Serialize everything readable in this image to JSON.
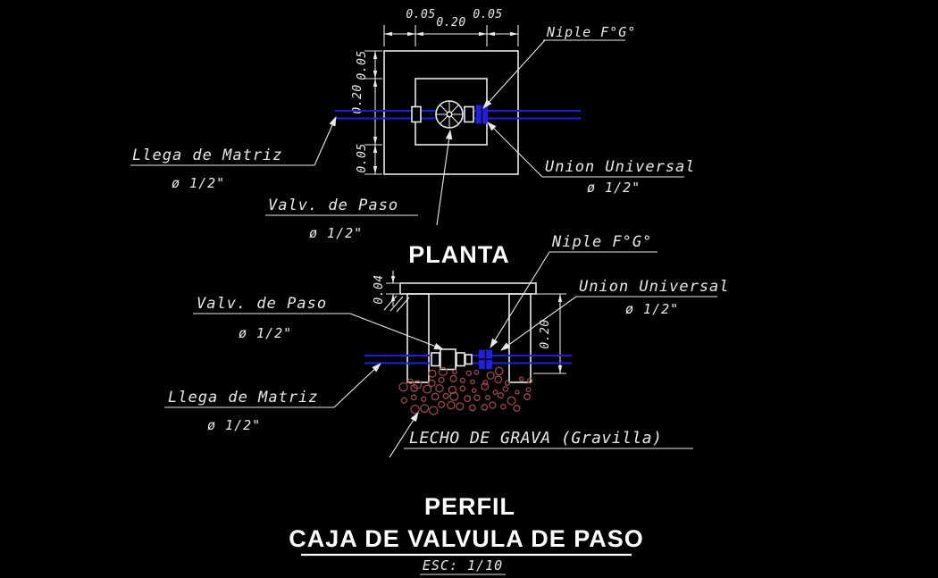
{
  "colors": {
    "bg": "#000000",
    "line": "#e9e9e9",
    "pipe": "#2020dd",
    "gravel": "#9a4a4a"
  },
  "plan": {
    "title": "PLANTA",
    "dim_top_left": "0.05",
    "dim_top_mid": "0.20",
    "dim_top_right": "0.05",
    "dim_left_top": "0.05",
    "dim_left_mid": "0.20",
    "dim_left_bottom": "0.05",
    "label_niple": "Niple F°G°",
    "label_llega": "Llega de Matriz",
    "label_llega_dia": "ø 1/2\"",
    "label_valv": "Valv. de Paso",
    "label_valv_dia": "ø 1/2\"",
    "label_union": "Union Universal",
    "label_union_dia": "ø 1/2\""
  },
  "profile": {
    "title": "PERFIL",
    "dim_lid": "0.04",
    "dim_depth": "0.20",
    "label_niple": "Niple F°G°",
    "label_union": "Union Universal",
    "label_union_dia": "ø 1/2\"",
    "label_valv": "Valv. de Paso",
    "label_valv_dia": "ø 1/2\"",
    "label_llega": "Llega de Matriz",
    "label_llega_dia": "ø 1/2\"",
    "label_lecho": "LECHO DE GRAVA (Gravilla)"
  },
  "footer": {
    "title": "CAJA DE VALVULA DE PASO",
    "scale": "ESC: 1/10"
  }
}
